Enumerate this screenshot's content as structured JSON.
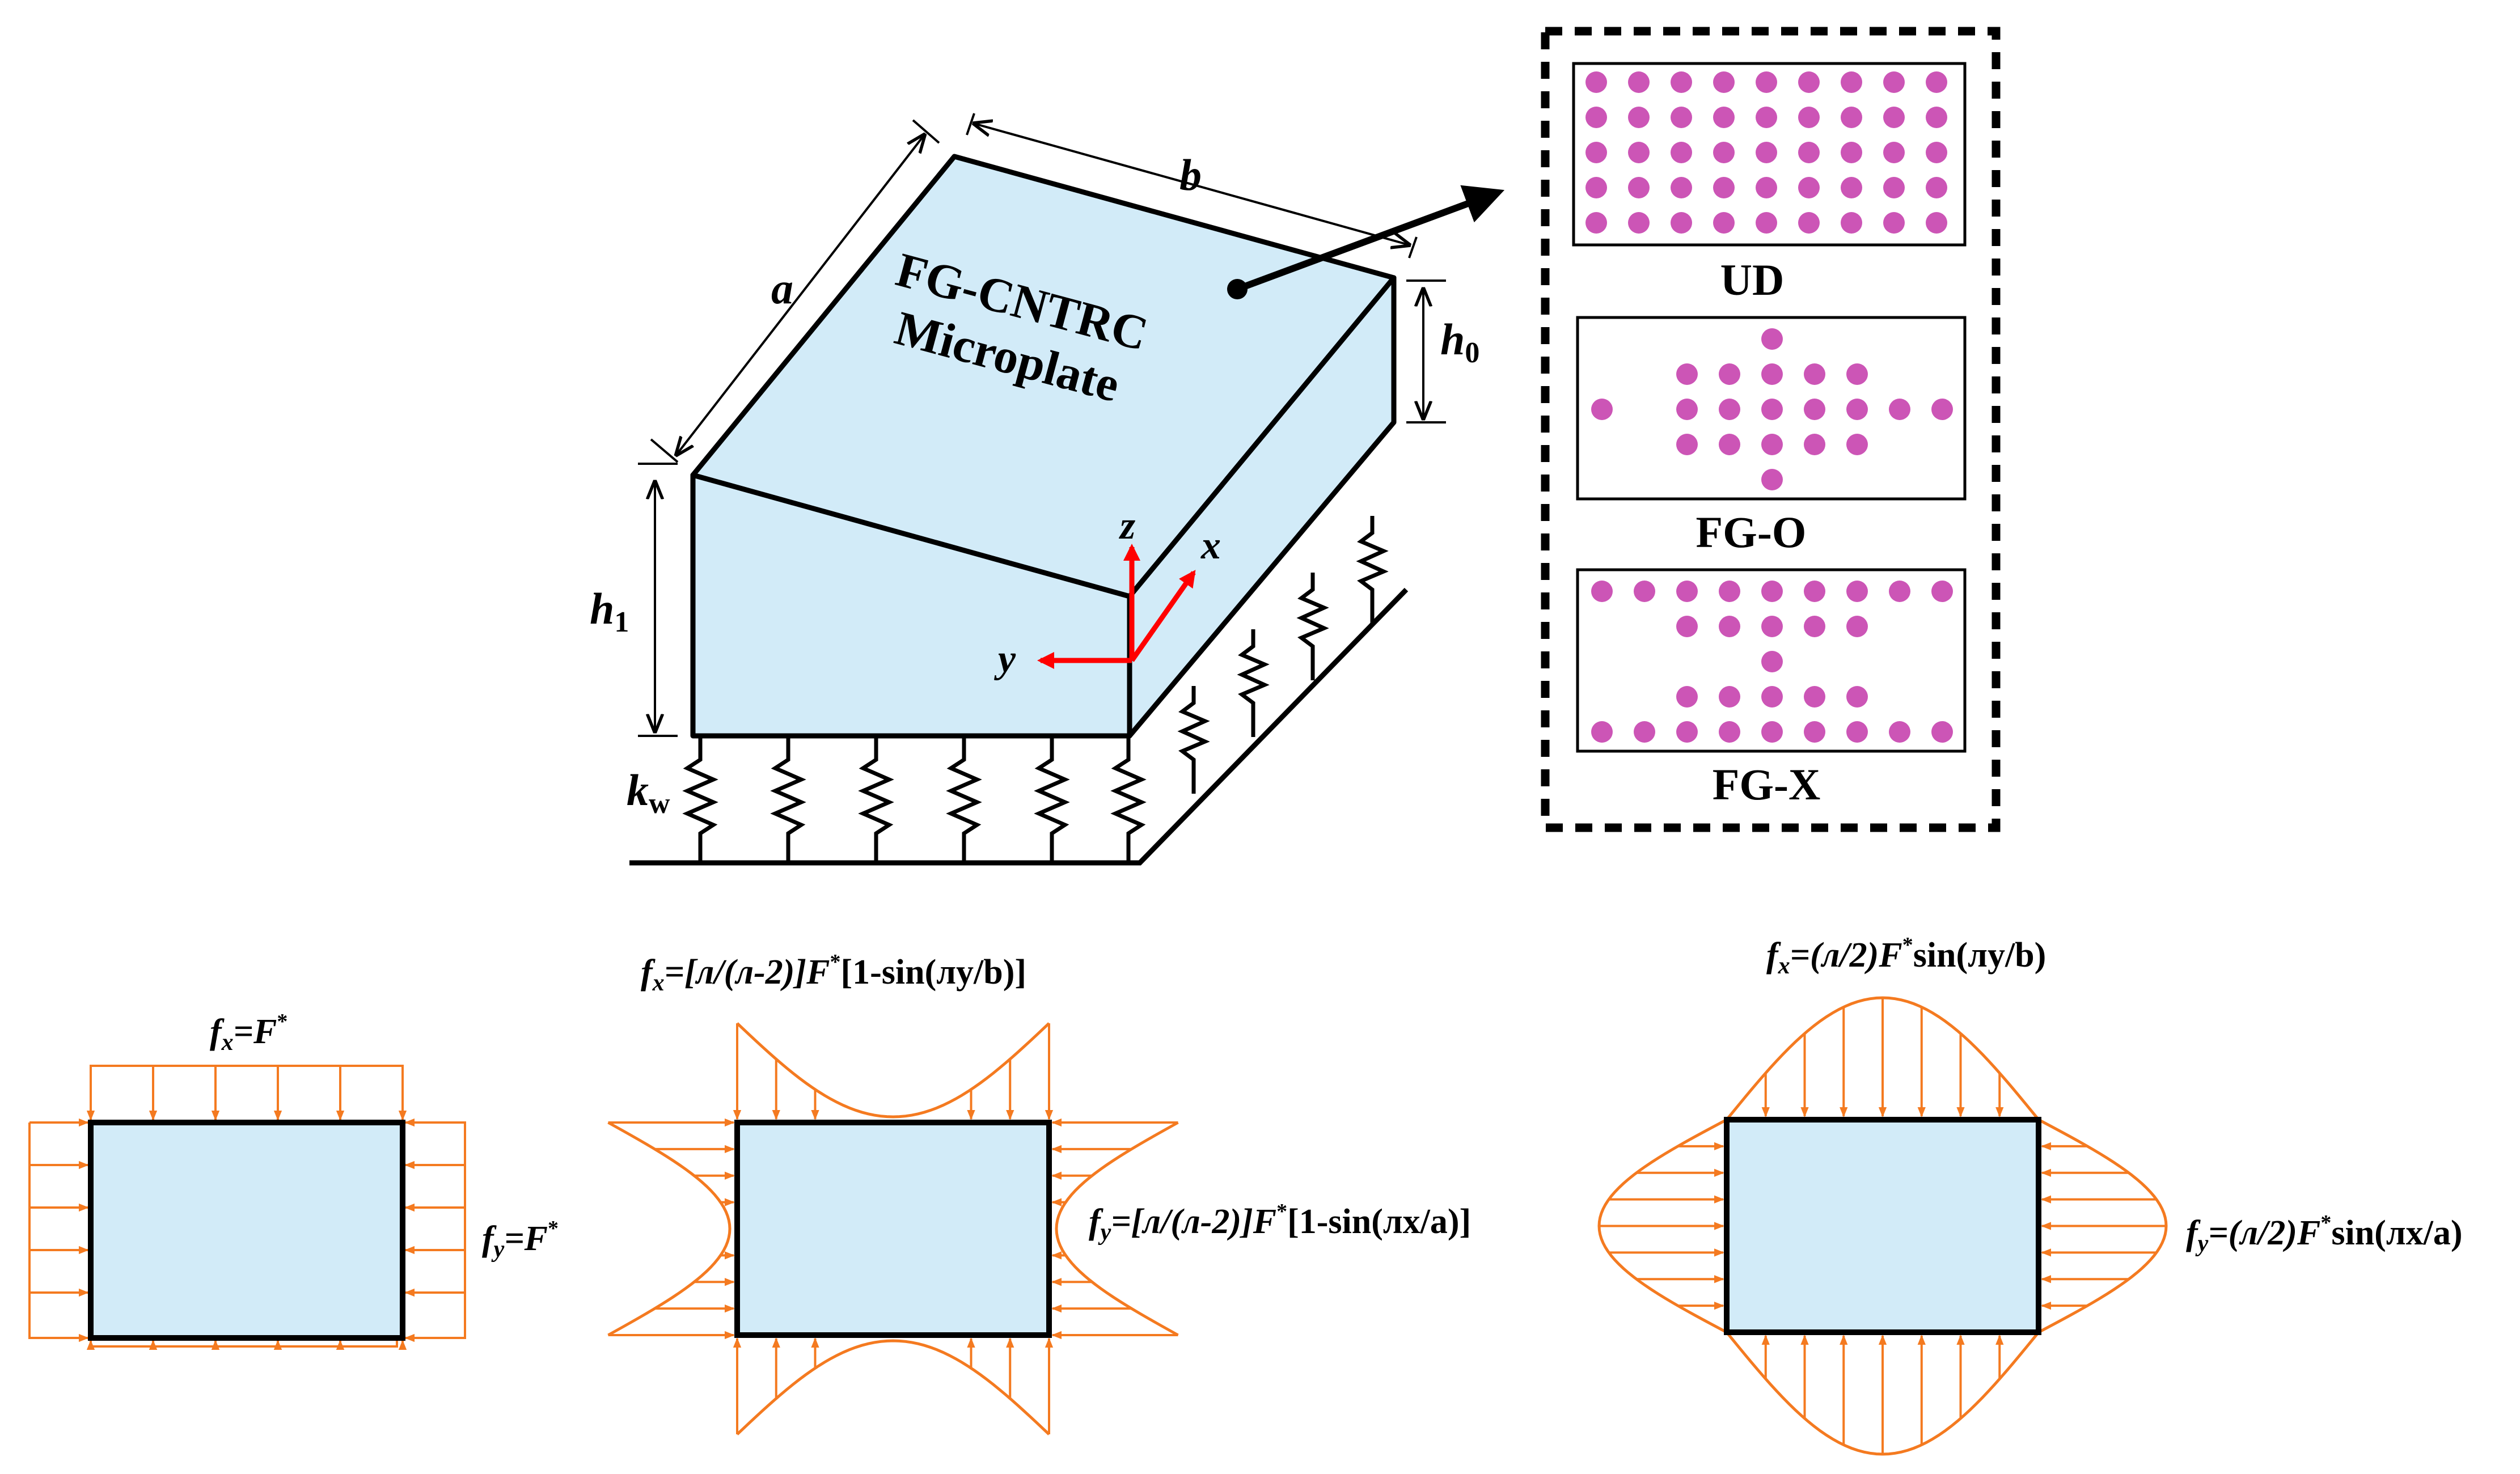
{
  "colors": {
    "plate_fill": "#d2ebf8",
    "outline": "#000000",
    "axis": "#ff0000",
    "load": "#f47a20",
    "cnt_dot": "#cc55b6"
  },
  "plate": {
    "title_line1": "FG-CNTRC",
    "title_line2": "Microplate",
    "dim_a": "a",
    "dim_b": "b",
    "h1_sym": "h",
    "h1_sub": "1",
    "h0_sym": "h",
    "h0_sub": "0",
    "kw_sym": "k",
    "kw_sub": "w",
    "axis_x": "x",
    "axis_y": "y",
    "axis_z": "z"
  },
  "distributions": {
    "ud": {
      "label": "UD",
      "pattern": "uniform"
    },
    "fgo": {
      "label": "FG-O",
      "pattern": "O"
    },
    "fgx": {
      "label": "FG-X",
      "pattern": "X"
    }
  },
  "loads": {
    "uniform": {
      "fx": {
        "sym": "f",
        "sub": "x",
        "rhs": "=F",
        "sup": "*",
        "tail": ""
      },
      "fy": {
        "sym": "f",
        "sub": "y",
        "rhs": "=F",
        "sup": "*",
        "tail": ""
      }
    },
    "parabolic": {
      "fx": {
        "sym": "f",
        "sub": "x",
        "rhs": "=[л/(л-2)]F",
        "sup": "*",
        "tail": "[1-sin(лy/b)]"
      },
      "fy": {
        "sym": "f",
        "sub": "y",
        "rhs": "=[л/(л-2)]F",
        "sup": "*",
        "tail": "[1-sin(лx/a)]"
      }
    },
    "sinusoidal": {
      "fx": {
        "sym": "f",
        "sub": "x",
        "rhs": "=(л/2)F",
        "sup": "*",
        "tail": "sin(лy/b)"
      },
      "fy": {
        "sym": "f",
        "sub": "y",
        "rhs": "=(л/2)F",
        "sup": "*",
        "tail": "sin(лx/a)"
      }
    }
  }
}
